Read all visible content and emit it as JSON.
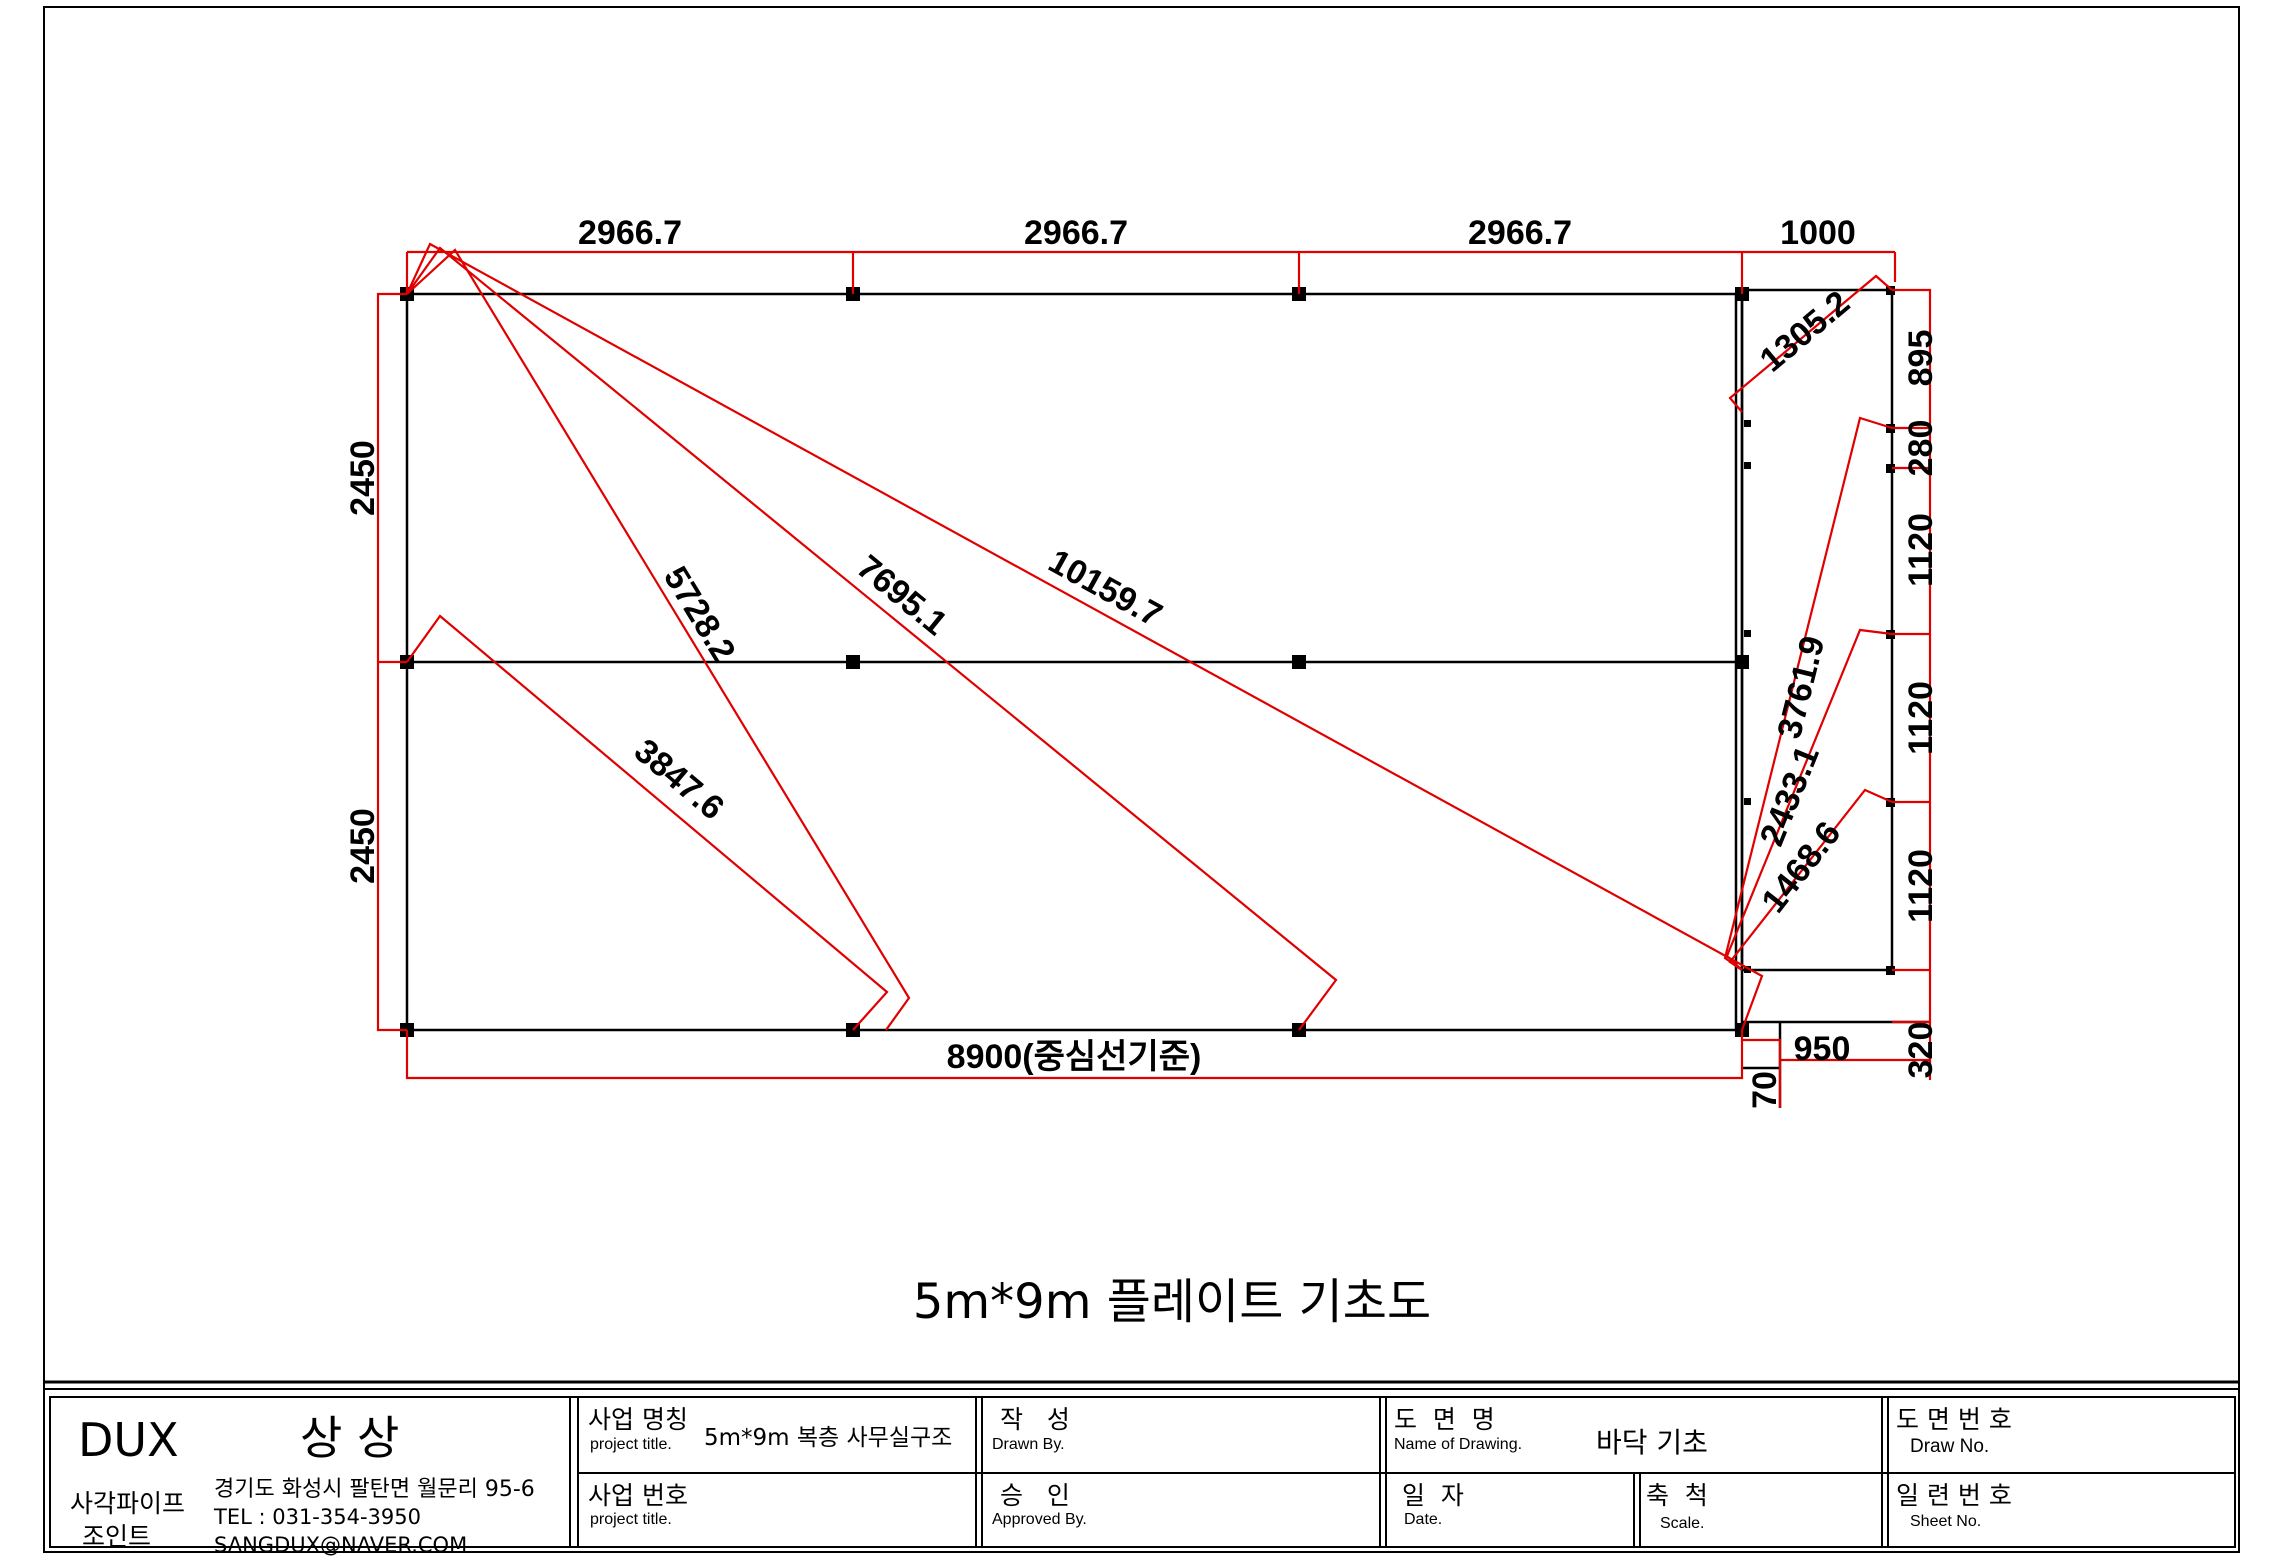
{
  "colors": {
    "dimension": "#e00000",
    "structure": "#000000",
    "background": "#ffffff"
  },
  "drawing_title": "5m*9m 플레이트 기초도",
  "top_dims": [
    "2966.7",
    "2966.7",
    "2966.7",
    "1000"
  ],
  "left_dims": [
    "2450",
    "2450"
  ],
  "bottom_dim": "8900(중심선기준)",
  "right_dims": [
    "895",
    "280",
    "1120",
    "1120",
    "1120",
    "320"
  ],
  "small_dims": [
    "950",
    "70"
  ],
  "diagonal_dims": [
    "5728.2",
    "7695.1",
    "10159.7",
    "3847.6",
    "1305.2",
    "3761.9",
    "2433.1",
    "1468.6"
  ],
  "title_block": {
    "company_logo": "DUX",
    "company_name": "상 상",
    "product_line": [
      "사각파이프",
      "조인트"
    ],
    "address": "경기도 화성시 팔탄면 월문리 95-6",
    "tel": "TEL : 031-354-3950",
    "email": "SANGDUX@NAVER.COM",
    "project_name_label": "사업 명칭",
    "project_name_label_en": "project title.",
    "project_name_value": "5m*9m 복층 사무실구조",
    "project_no_label": "사업 번호",
    "project_no_label_en": "project title.",
    "drawn_label": "작   성",
    "drawn_label_en": "Drawn By.",
    "approved_label": "승   인",
    "approved_label_en": "Approved By.",
    "drawing_name_label": "도  면  명",
    "drawing_name_label_en": "Name of Drawing.",
    "drawing_name_value": "바닥 기초",
    "date_label": "일  자",
    "date_label_en": "Date.",
    "scale_label": "축  척",
    "scale_label_en": "Scale.",
    "draw_no_label": "도 면 번 호",
    "draw_no_label_en": "Draw No.",
    "sheet_no_label": "일 련 번 호",
    "sheet_no_label_en": "Sheet No."
  }
}
